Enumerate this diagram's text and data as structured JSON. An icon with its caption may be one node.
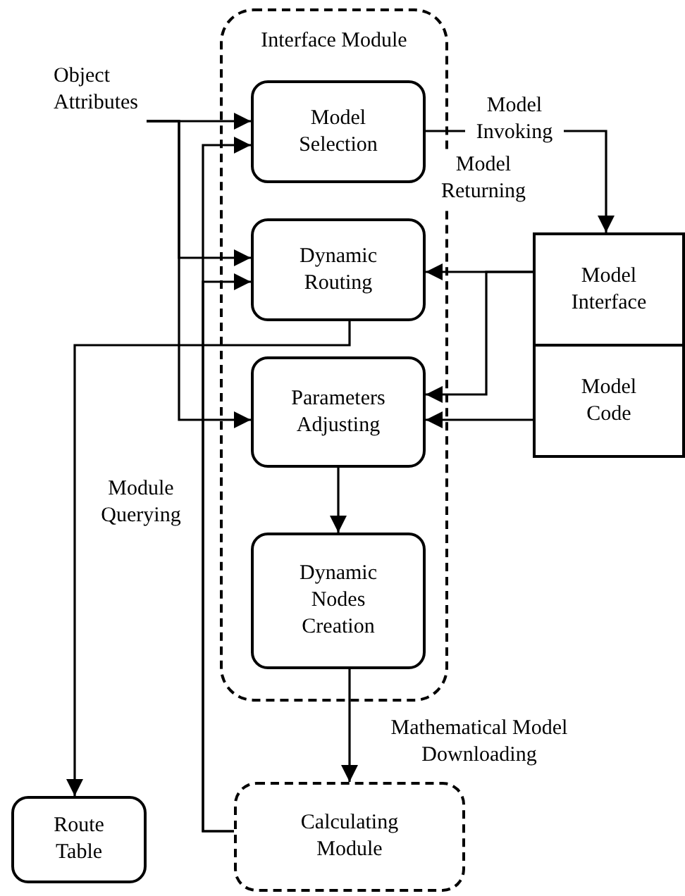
{
  "diagram": {
    "nodes": [
      {
        "text": [
          "Interface Module"
        ]
      },
      {
        "text": [
          "Model Selection"
        ],
        "in": 0
      },
      {
        "text": [
          "Dynamic Routing"
        ],
        "in": 0
      },
      {
        "text": [
          "Parameters Adjusting"
        ],
        "in": 0
      },
      {
        "text": [
          "Dynamic Nodes Creation"
        ],
        "in": 0
      },
      {
        "text": [
          "Object Attributes"
        ]
      },
      {
        "text": [
          "Model Interface"
        ]
      },
      {
        "text": [
          "Model Code"
        ]
      },
      {
        "text": [
          "Route Table"
        ]
      },
      {
        "text": [
          "Calculating Module"
        ]
      }
    ],
    "edges": [
      {
        "from": 5,
        "to": 1,
        "arrow": "to"
      },
      {
        "from": 5,
        "to": 2,
        "arrow": "to"
      },
      {
        "from": 5,
        "to": 3,
        "arrow": "to"
      },
      {
        "from": 9,
        "to": 1,
        "arrow": "to"
      },
      {
        "from": 9,
        "to": 2,
        "arrow": "to"
      },
      {
        "from": 1,
        "to": 6,
        "arrow": "to",
        "label": "Model Invoking"
      },
      {
        "from": 6,
        "to": 2,
        "arrow": "to",
        "label": "Model Returning"
      },
      {
        "from": 6,
        "to": 3,
        "arrow": "to"
      },
      {
        "from": 7,
        "to": 3,
        "arrow": "to"
      },
      {
        "from": 2,
        "to": 8,
        "arrow": "to",
        "label": "Module Querying"
      },
      {
        "from": 3,
        "to": 4,
        "arrow": "to"
      },
      {
        "from": 4,
        "to": 9,
        "arrow": "to",
        "label": "Mathematical Model Downloading"
      }
    ]
  }
}
